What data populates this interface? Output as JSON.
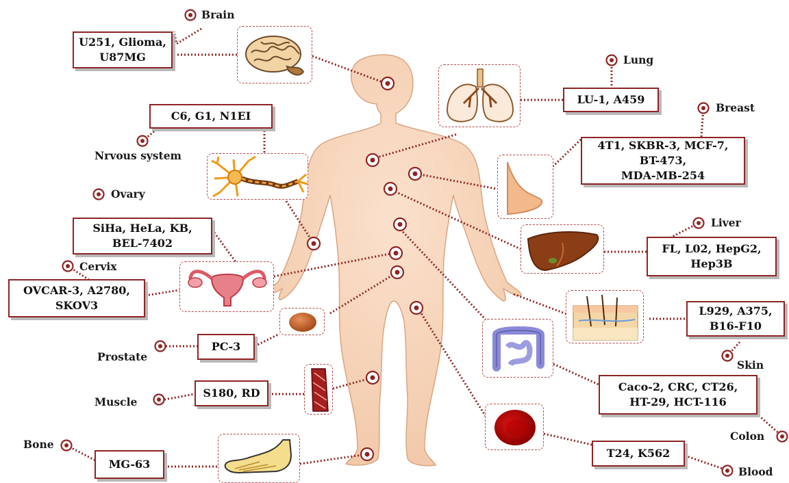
{
  "organs": {
    "brain": "Brain",
    "lung": "Lung",
    "breast": "Breast",
    "nervous_system": "Nrvous system",
    "ovary": "Ovary",
    "liver": "Liver",
    "cervix": "Cervix",
    "prostate": "Prostate",
    "skin": "Skin",
    "muscle": "Muscle",
    "colon": "Colon",
    "bone": "Bone",
    "blood": "Blood"
  },
  "cell_lines": {
    "brain": "U251, Glioma,\nU87MG",
    "lung": "LU-1, A459",
    "nervous_system": "C6, G1, N1EI",
    "breast": "4T1, SKBR-3, MCF-7,\nBT-473,\nMDA-MB-254",
    "ovary": "SiHa, HeLa, KB,\nBEL-7402",
    "liver": "FL, L02, HepG2,\nHep3B",
    "cervix": "OVCAR-3, A2780,\nSKOV3",
    "skin": "L929, A375,\nB16-F10",
    "prostate": "PC-3",
    "colon": "Caco-2, CRC, CT26,\nHT-29, HCT-116",
    "muscle": "S180, RD",
    "blood": "T24, K562",
    "bone": "MG-63"
  },
  "colors": {
    "accent": "#8e2424",
    "skin": "#f5cfb3"
  }
}
